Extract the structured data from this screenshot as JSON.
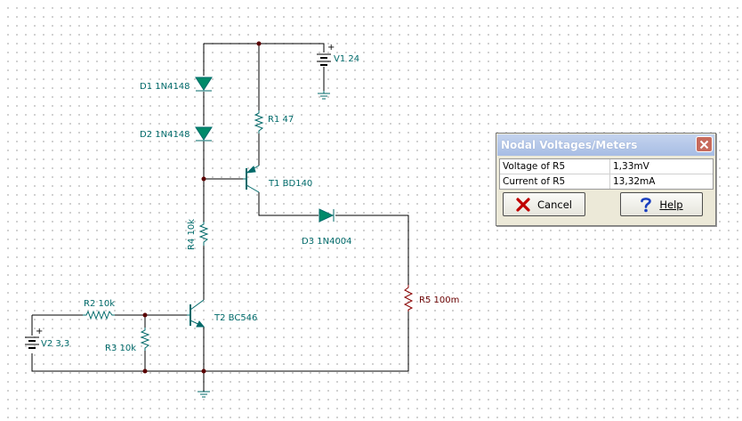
{
  "schematic": {
    "components": [
      {
        "id": "D1",
        "label": "D1 1N4148"
      },
      {
        "id": "D2",
        "label": "D2 1N4148"
      },
      {
        "id": "R1",
        "label": "R1 47"
      },
      {
        "id": "V1",
        "label": "V1 24"
      },
      {
        "id": "T1",
        "label": "T1 BD140"
      },
      {
        "id": "D3",
        "label": "D3 1N4004"
      },
      {
        "id": "R4",
        "label": "R4 10k"
      },
      {
        "id": "R5",
        "label": "R5 100m"
      },
      {
        "id": "R2",
        "label": "R2 10k"
      },
      {
        "id": "T2",
        "label": "T2 BC546"
      },
      {
        "id": "V2",
        "label": "V2 3,3"
      },
      {
        "id": "R3",
        "label": "R3 10k"
      }
    ],
    "polarity_plus": "+"
  },
  "colors": {
    "wire": "#000000",
    "component": "#006a6a",
    "selected_component": "#6a0000"
  },
  "dialog": {
    "title": "Nodal Voltages/Meters",
    "rows": [
      {
        "name": "Voltage of R5",
        "value": "1,33mV"
      },
      {
        "name": "Current of R5",
        "value": "13,32mA"
      }
    ],
    "cancel_label": "Cancel",
    "help_label": "Help"
  },
  "icons": [
    "close-icon",
    "cancel-x-icon",
    "help-question-icon"
  ]
}
